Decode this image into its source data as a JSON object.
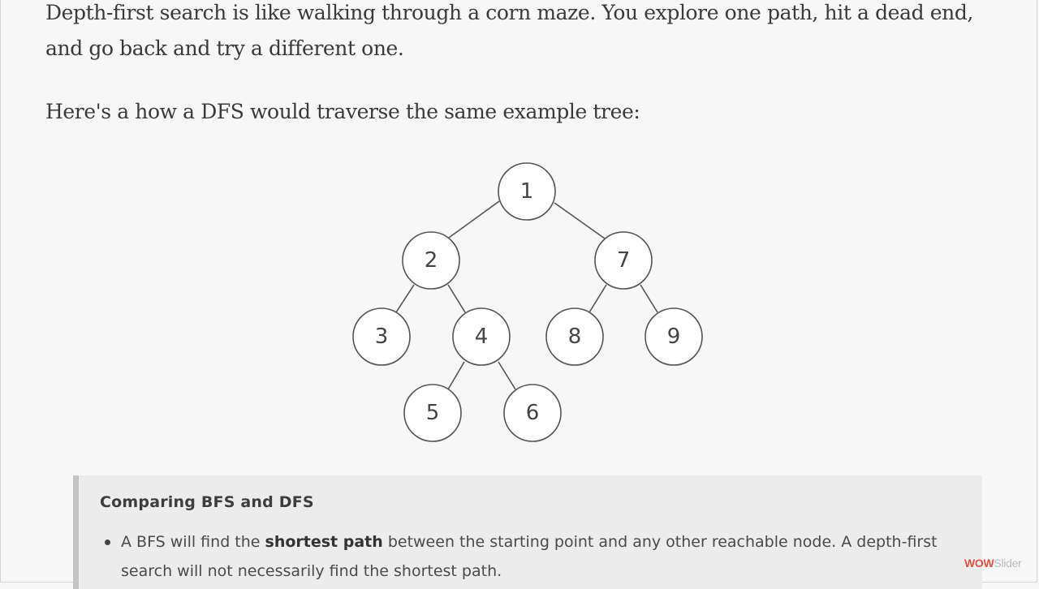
{
  "paragraphs": {
    "dfs_intro": "Depth-first search is like walking through a corn maze. You explore one path, hit a dead end, and go back and try a different one.",
    "example_intro": "Here's a how a DFS would traverse the same example tree:"
  },
  "tree": {
    "nodes": [
      {
        "id": "n1",
        "label": "1"
      },
      {
        "id": "n2",
        "label": "2"
      },
      {
        "id": "n7",
        "label": "7"
      },
      {
        "id": "n3",
        "label": "3"
      },
      {
        "id": "n4",
        "label": "4"
      },
      {
        "id": "n8",
        "label": "8"
      },
      {
        "id": "n9",
        "label": "9"
      },
      {
        "id": "n5",
        "label": "5"
      },
      {
        "id": "n6",
        "label": "6"
      }
    ],
    "edges": [
      {
        "from": "n1",
        "to": "n2"
      },
      {
        "from": "n1",
        "to": "n7"
      },
      {
        "from": "n2",
        "to": "n3"
      },
      {
        "from": "n2",
        "to": "n4"
      },
      {
        "from": "n4",
        "to": "n5"
      },
      {
        "from": "n4",
        "to": "n6"
      },
      {
        "from": "n7",
        "to": "n8"
      },
      {
        "from": "n7",
        "to": "n9"
      }
    ]
  },
  "callout": {
    "title": "Comparing BFS and DFS",
    "items": [
      {
        "before": "A BFS will find the ",
        "bold": "shortest path",
        "after": " between the starting point and any other reachable node. A depth-first search will not necessarily find the shortest path."
      }
    ]
  },
  "watermark": {
    "brand": "WOW",
    "suffix": "Slider"
  }
}
